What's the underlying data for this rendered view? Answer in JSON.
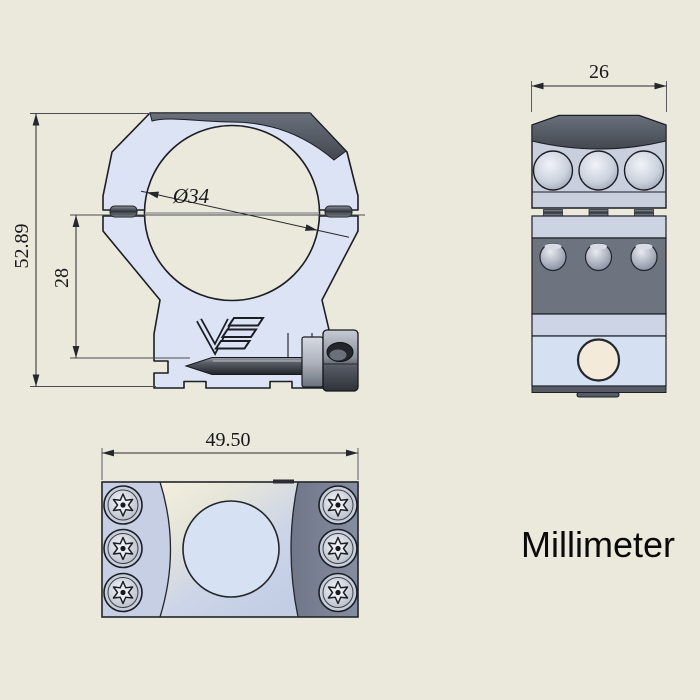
{
  "drawing": {
    "unit_label": "Millimeter",
    "logo_text": "VE",
    "views": {
      "side": {
        "overall_height": "52.89",
        "base_to_center_height": "28",
        "bore_diameter": "Ø34"
      },
      "front": {
        "width": "26"
      },
      "top": {
        "width": "49.50"
      }
    },
    "colors": {
      "background": "#ebe9dc",
      "body_light": "#dce3f4",
      "body_gray": "#c9cfdd",
      "metal_dark": "#4e545e",
      "band_dark": "#6e7380",
      "accent_cream": "#f4ead9",
      "line": "#24272c"
    }
  }
}
